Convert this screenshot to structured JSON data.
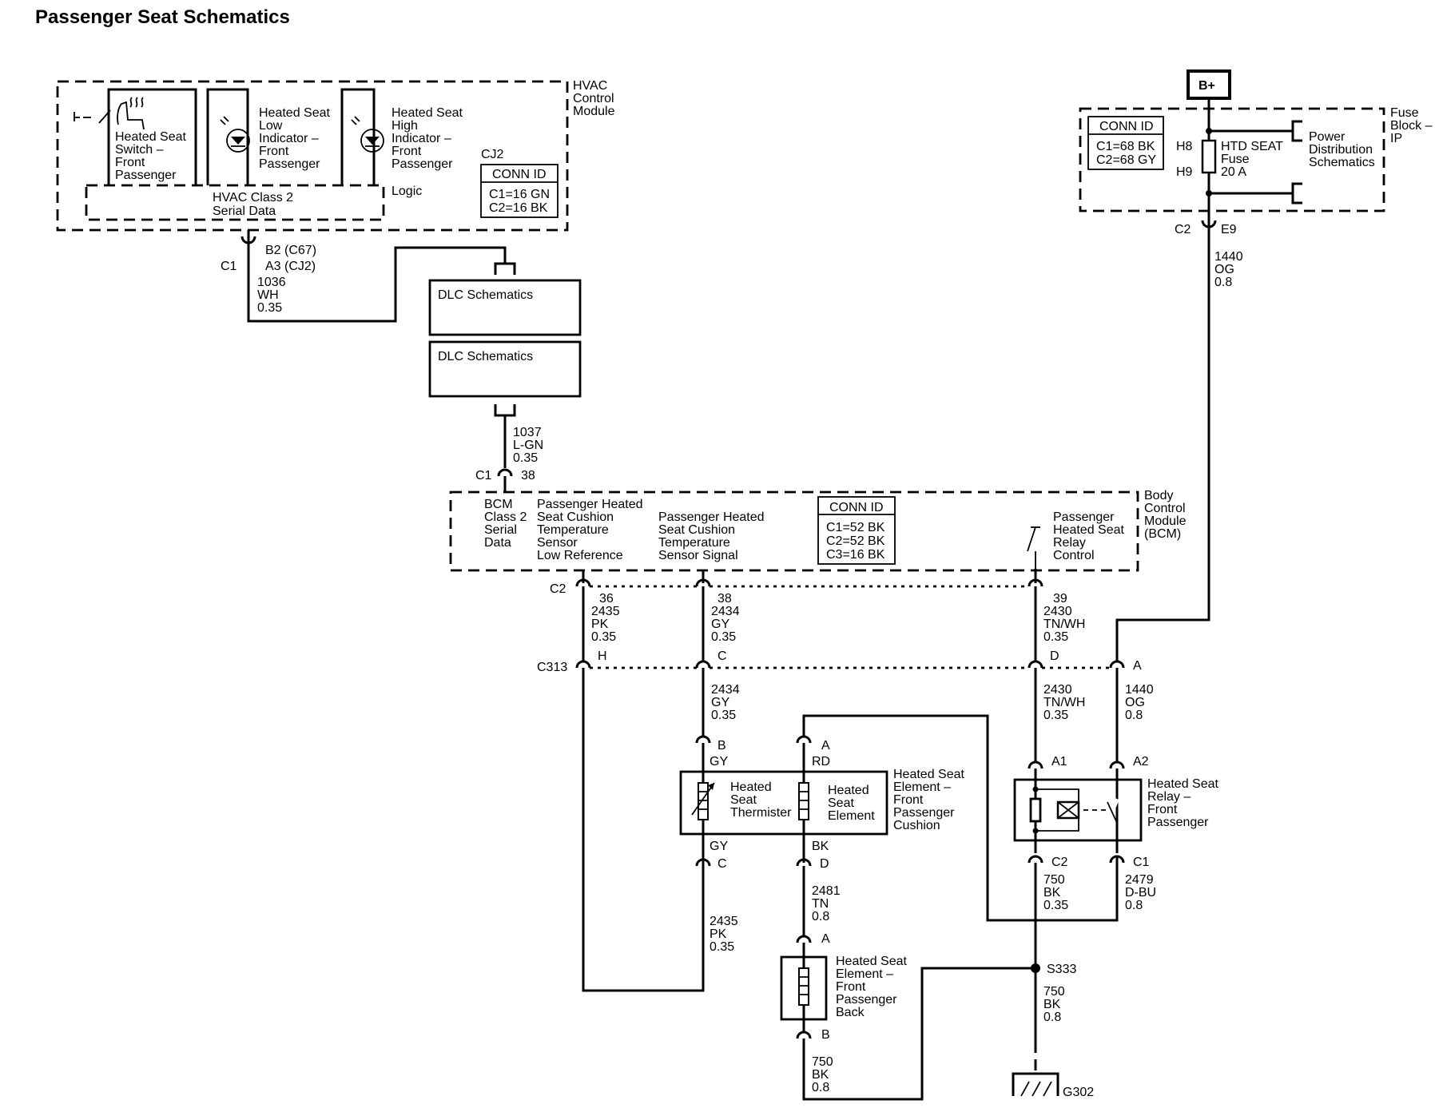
{
  "title": "Passenger Seat Schematics",
  "hvac": {
    "module": [
      "HVAC",
      "Control",
      "Module"
    ],
    "switch": [
      "Heated Seat",
      "Switch –",
      "Front",
      "Passenger"
    ],
    "low_ind": [
      "Heated Seat",
      "Low",
      "Indicator –",
      "Front",
      "Passenger"
    ],
    "high_ind": [
      "Heated Seat",
      "High",
      "Indicator –",
      "Front",
      "Passenger"
    ],
    "serial": [
      "HVAC Class 2",
      "Serial Data"
    ],
    "logic": "Logic",
    "cj2": "CJ2",
    "conn_title": "CONN ID",
    "conn": [
      "C1=16 GN",
      "C2=16 BK"
    ],
    "conn_c1": "C1",
    "pin_b2": "B2 (C67)",
    "pin_a3": "A3 (CJ2)",
    "wire": [
      "1036",
      "WH",
      "0.35"
    ]
  },
  "dlc": {
    "box1": "DLC Schematics",
    "box2": "DLC Schematics",
    "wire": [
      "1037",
      "L-GN",
      "0.35"
    ],
    "conn": "C1",
    "pin": "38"
  },
  "bplus": "B+",
  "fuse_block": {
    "label": [
      "Fuse",
      "Block –",
      "IP"
    ],
    "conn_title": "CONN ID",
    "conn": [
      "C1=68 BK",
      "C2=68 GY"
    ],
    "h8": "H8",
    "h9": "H9",
    "fuse": [
      "HTD SEAT",
      "Fuse",
      "20 A"
    ],
    "pds": [
      "Power",
      "Distribution",
      "Schematics"
    ],
    "c2": "C2",
    "e9": "E9",
    "wire": [
      "1440",
      "OG",
      "0.8"
    ]
  },
  "bcm": {
    "label": [
      "Body",
      "Control",
      "Module",
      "(BCM)"
    ],
    "serial": [
      "BCM",
      "Class 2",
      "Serial",
      "Data"
    ],
    "lowref": [
      "Passenger Heated",
      "Seat Cushion",
      "Temperature",
      "Sensor",
      "Low Reference"
    ],
    "signal": [
      "Passenger Heated",
      "Seat Cushion",
      "Temperature",
      "Sensor Signal"
    ],
    "conn_title": "CONN ID",
    "conn": [
      "C1=52 BK",
      "C2=52 BK",
      "C3=16 BK"
    ],
    "relay_ctl": [
      "Passenger",
      "Heated Seat",
      "Relay",
      "Control"
    ],
    "c2": "C2",
    "pin36": "36",
    "pin38": "38",
    "pin39": "39"
  },
  "wires_bcm": {
    "w36": [
      "2435",
      "PK",
      "0.35"
    ],
    "w38": [
      "2434",
      "GY",
      "0.35"
    ],
    "w39": [
      "2430",
      "TN/WH",
      "0.35"
    ]
  },
  "c313": {
    "name": "C313",
    "h": "H",
    "c": "C",
    "d": "D",
    "a": "A"
  },
  "wires_c313": {
    "w2434": [
      "2434",
      "GY",
      "0.35"
    ],
    "w2430": [
      "2430",
      "TN/WH",
      "0.35"
    ],
    "w1440": [
      "1440",
      "OG",
      "0.8"
    ]
  },
  "cushion": {
    "label": [
      "Heated Seat",
      "Element –",
      "Front",
      "Passenger",
      "Cushion"
    ],
    "thermistor": [
      "Heated",
      "Seat",
      "Thermister"
    ],
    "element": [
      "Heated",
      "Seat",
      "Element"
    ],
    "pin_b": "B",
    "gy1": "GY",
    "pin_a": "A",
    "rd": "RD",
    "gy2": "GY",
    "pin_c": "C",
    "bk": "BK",
    "pin_d": "D"
  },
  "relay": {
    "label": [
      "Heated Seat",
      "Relay –",
      "Front",
      "Passenger"
    ],
    "a1": "A1",
    "a2": "A2",
    "c2": "C2",
    "c1": "C1"
  },
  "wires_lower": {
    "w2481": [
      "2481",
      "TN",
      "0.8"
    ],
    "w2435": [
      "2435",
      "PK",
      "0.35"
    ],
    "w750a": [
      "750",
      "BK",
      "0.35"
    ],
    "w2479": [
      "2479",
      "D-BU",
      "0.8"
    ],
    "w750b": [
      "750",
      "BK",
      "0.8"
    ],
    "w750c": [
      "750",
      "BK",
      "0.8"
    ]
  },
  "back": {
    "label": [
      "Heated Seat",
      "Element –",
      "Front",
      "Passenger",
      "Back"
    ],
    "pin_a": "A",
    "pin_b": "B"
  },
  "s333": "S333",
  "g302": "G302"
}
